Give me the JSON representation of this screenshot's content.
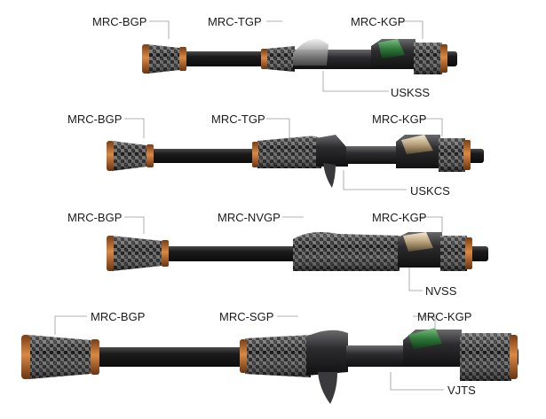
{
  "colors": {
    "blank": "#1b1b1b",
    "winding": "#b4642c",
    "grip": "#2a2a2a",
    "reel_seat": "#2c2c2e",
    "leader": "#9a9a9a"
  },
  "assemblies": [
    {
      "grips": [
        "MRC-BGP",
        "MRC-TGP",
        "MRC-KGP"
      ],
      "seat": "USKSS",
      "seat_type": "spinning"
    },
    {
      "grips": [
        "MRC-BGP",
        "MRC-TGP",
        "MRC-KGP"
      ],
      "seat": "USKCS",
      "seat_type": "casting"
    },
    {
      "grips": [
        "MRC-BGP",
        "MRC-NVGP",
        "MRC-KGP"
      ],
      "seat": "NVSS",
      "seat_type": "spinning"
    },
    {
      "grips": [
        "MRC-BGP",
        "MRC-SGP",
        "MRC-KGP"
      ],
      "seat": "VJTS",
      "seat_type": "casting-trigger"
    }
  ]
}
